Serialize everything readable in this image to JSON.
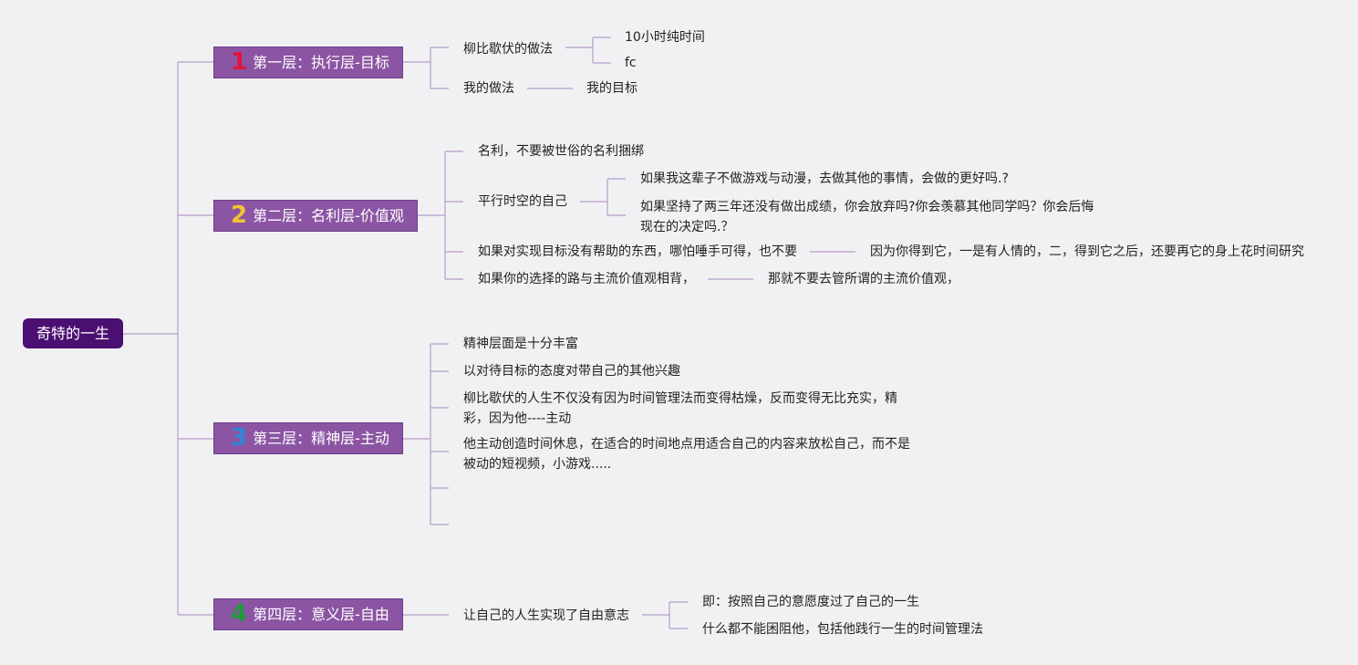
{
  "root": {
    "label": "奇特的一生"
  },
  "branches": [
    {
      "number": "1",
      "number_color": "#e0143c",
      "label": "第一层：执行层-目标",
      "items": [
        {
          "text": "柳比歇伏的做法",
          "children": [
            "10小时纯时间",
            "fc"
          ]
        },
        {
          "text": "我的做法",
          "children": [
            "我的目标"
          ]
        }
      ]
    },
    {
      "number": "2",
      "number_color": "#f2c230",
      "label": "第二层：名利层-价值观",
      "items": [
        {
          "text": "名利，不要被世俗的名利捆绑 ￼"
        },
        {
          "text": "平行时空的自己",
          "children": [
            "如果我这辈子不做游戏与动漫，去做其他的事情，会做的更好吗.?",
            "如果坚持了两三年还没有做出成绩，你会放弃吗?你会羡慕其他同学吗？你会后悔现在的决定吗.？"
          ]
        },
        {
          "text": "如果对实现目标没有帮助的东西，哪怕唾手可得，也不要",
          "children": [
            "因为你得到它，一是有人情的，二，得到它之后，还要再它的身上花时间研究"
          ]
        },
        {
          "text": "如果你的选择的路与主流价值观相背，",
          "children": [
            "那就不要去管所谓的主流价值观，"
          ]
        }
      ]
    },
    {
      "number": "3",
      "number_color": "#2f86d6",
      "label": "第三层：精神层-主动",
      "items": [
        {
          "text": "精神层面是十分丰富"
        },
        {
          "text": "以对待目标的态度对带自己的其他兴趣"
        },
        {
          "text": "柳比歇伏的人生不仅没有因为时间管理法而变得枯燥，反而变得无比充实，精彩，因为他----主动"
        },
        {
          "text": "他主动创造时间休息，在适合的时间地点用适合自己的内容来放松自己，而不是被动的短视频，小游戏....."
        },
        {
          "text": ""
        },
        {
          "text": ""
        }
      ]
    },
    {
      "number": "4",
      "number_color": "#1f9a3a",
      "label": "第四层：意义层-自由",
      "items": [
        {
          "text": "让自己的人生实现了自由意志",
          "children": [
            "即：按照自己的意愿度过了自己的一生",
            "什么都不能困阻他，包括他践行一生的时间管理法"
          ]
        }
      ]
    }
  ],
  "colors": {
    "root_bg": "#4b0f72",
    "branch_bg": "#8b55a3",
    "line": "#b59cc7",
    "background": "#f1f1f4"
  }
}
